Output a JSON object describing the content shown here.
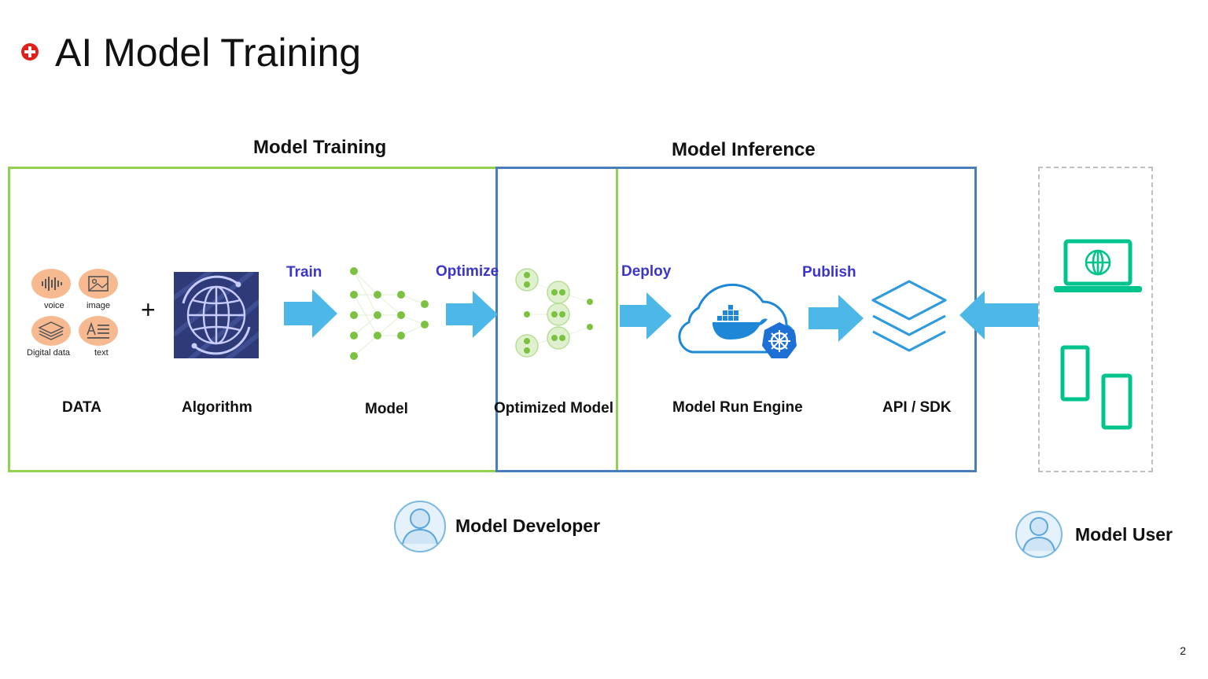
{
  "title": "AI Model Training",
  "sections": {
    "training": "Model Training",
    "inference": "Model Inference"
  },
  "data_items": {
    "voice": "voice",
    "image": "image",
    "digital": "Digital data",
    "text": "text"
  },
  "plus": "+",
  "steps": {
    "data": "DATA",
    "algorithm": "Algorithm",
    "model": "Model",
    "optimized_model": "Optimized Model",
    "run_engine": "Model Run Engine",
    "api_sdk": "API / SDK"
  },
  "actions": {
    "train": "Train",
    "optimize": "Optimize",
    "deploy": "Deploy",
    "publish": "Publish"
  },
  "roles": {
    "developer": "Model Developer",
    "user": "Model User"
  },
  "page_number": "2",
  "colors": {
    "training_border": "#92d050",
    "inference_border": "#4a7ebb",
    "arrow": "#4db8e8",
    "action_text": "#3b35c9",
    "device": "#00c48c",
    "node": "#7cc242"
  }
}
